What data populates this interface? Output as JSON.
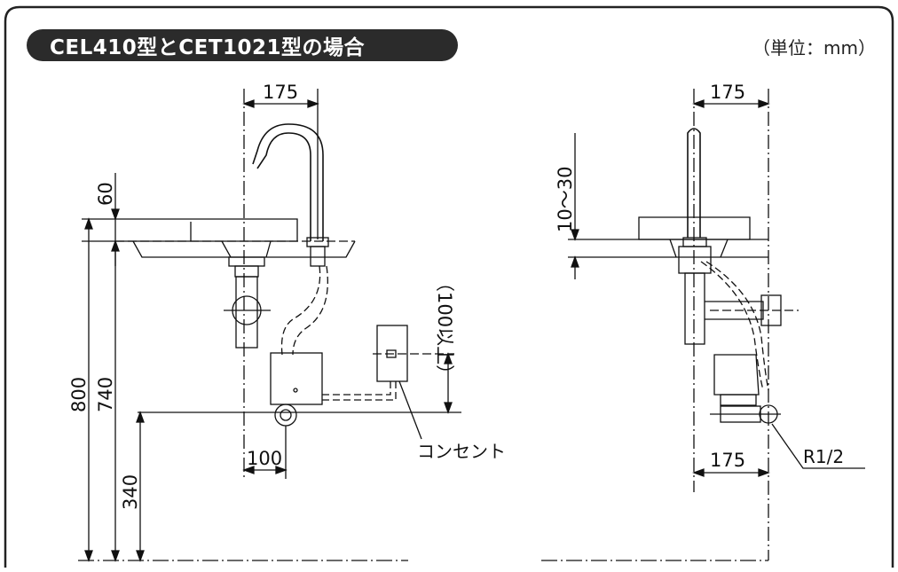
{
  "title": "CEL410型とCET1021型の場合",
  "unit_note": "（単位：mm）",
  "left_view": {
    "dim_top": "175",
    "dim_60": "60",
    "dim_800": "800",
    "dim_740": "740",
    "dim_340": "340",
    "dim_100": "100",
    "dim_100_above": "（100以上）",
    "outlet_label": "コンセント"
  },
  "right_view": {
    "dim_top": "175",
    "dim_10_30": "10〜30",
    "dim_bottom": "175",
    "pipe_label": "R1/2"
  }
}
